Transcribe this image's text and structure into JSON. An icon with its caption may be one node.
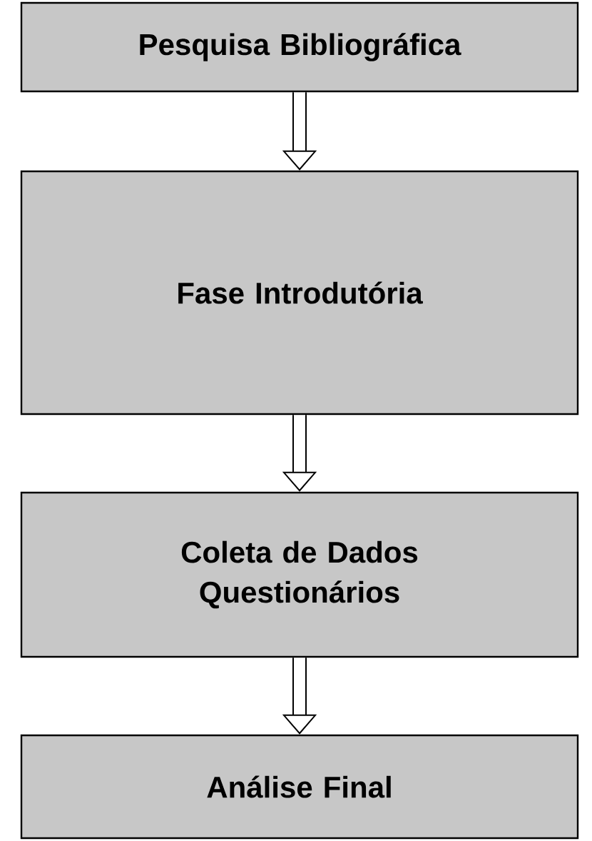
{
  "diagram": {
    "nodes": [
      {
        "text": [
          "Pesquisa Bibliográfica"
        ]
      },
      {
        "text": [
          "Fase Introdutória"
        ]
      },
      {
        "text": [
          "Coleta de Dados Questionários"
        ]
      },
      {
        "text": [
          "Análise Final"
        ]
      }
    ],
    "edges": [
      {
        "from": 0,
        "to": 1,
        "arrow": "to"
      },
      {
        "from": 1,
        "to": 2,
        "arrow": "to"
      },
      {
        "from": 2,
        "to": 3,
        "arrow": "to"
      }
    ]
  }
}
